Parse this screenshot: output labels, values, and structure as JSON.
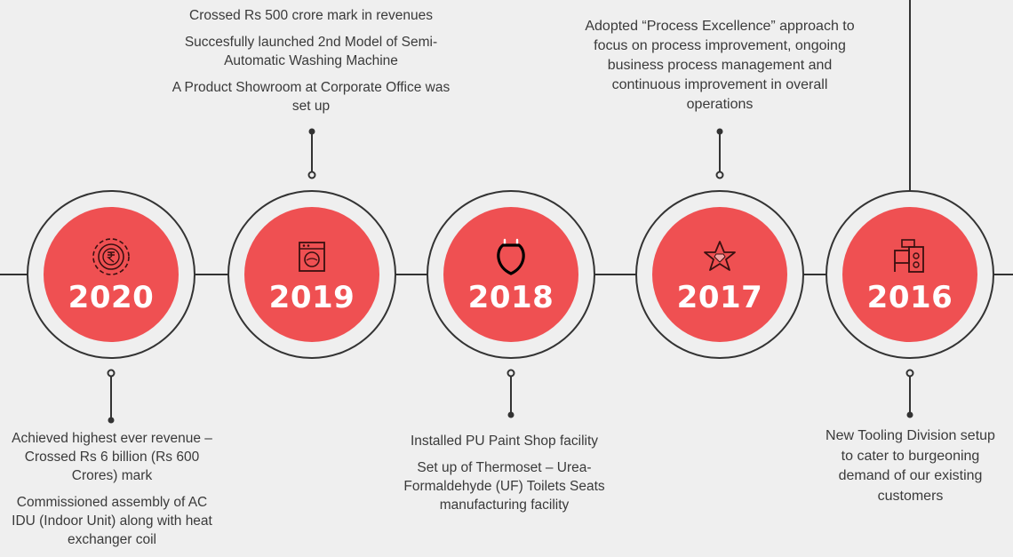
{
  "milestones": [
    {
      "year": "2020",
      "icon": "rupee-gear-icon",
      "notes": [
        "Achieved highest ever revenue – Crossed Rs 6 billion (Rs 600 Crores) mark",
        "Commissioned assembly of AC IDU (Indoor Unit) along with heat exchanger coil"
      ]
    },
    {
      "year": "2019",
      "icon": "washing-machine-icon",
      "notes": [
        "Crossed Rs 500 crore mark in revenues",
        "Succesfully launched 2nd Model of Semi-Automatic Washing Machine",
        "A Product Showroom at Corporate Office was set up"
      ]
    },
    {
      "year": "2018",
      "icon": "toilet-seat-icon",
      "notes": [
        "Installed PU Paint Shop facility",
        "Set up of Thermoset – Urea-Formaldehyde (UF) Toilets Seats manufacturing facility"
      ]
    },
    {
      "year": "2017",
      "icon": "star-diamond-icon",
      "notes": [
        "Adopted “Process Excellence” approach to focus on process improvement, ongoing business process management and continuous improvement in overall operations"
      ]
    },
    {
      "year": "2016",
      "icon": "tooling-machine-icon",
      "notes": [
        "New Tooling Division setup to cater to burgeoning demand of our existing customers"
      ]
    }
  ],
  "colors": {
    "accent": "#ef5052",
    "background": "#efefef",
    "line": "#333333"
  }
}
